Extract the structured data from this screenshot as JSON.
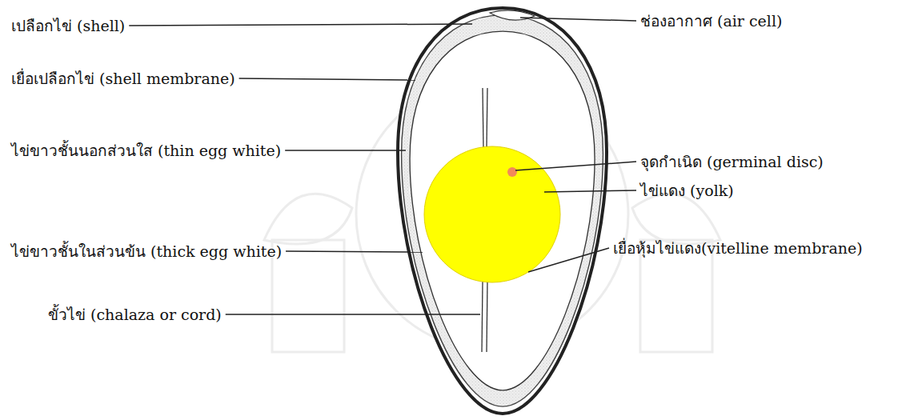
{
  "diagram": {
    "labels": [
      "เปลือกไข่ (shell)",
      "ช่องอากาศ (air cell)",
      "เยื่อเปลือกไข่ (shell membrane)",
      "ไข่ขาวชั้นนอกส่วนใส (thin egg white)",
      "จุดกำเนิด (germinal disc)",
      "ไข่แดง (yolk)",
      "ไข่ขาวชั้นในส่วนข้น (thick egg white)",
      "เยื่อหุ้มไข่แดง(vitelline membrane)",
      "ขั้วไข่ (chalaza or cord)"
    ]
  }
}
